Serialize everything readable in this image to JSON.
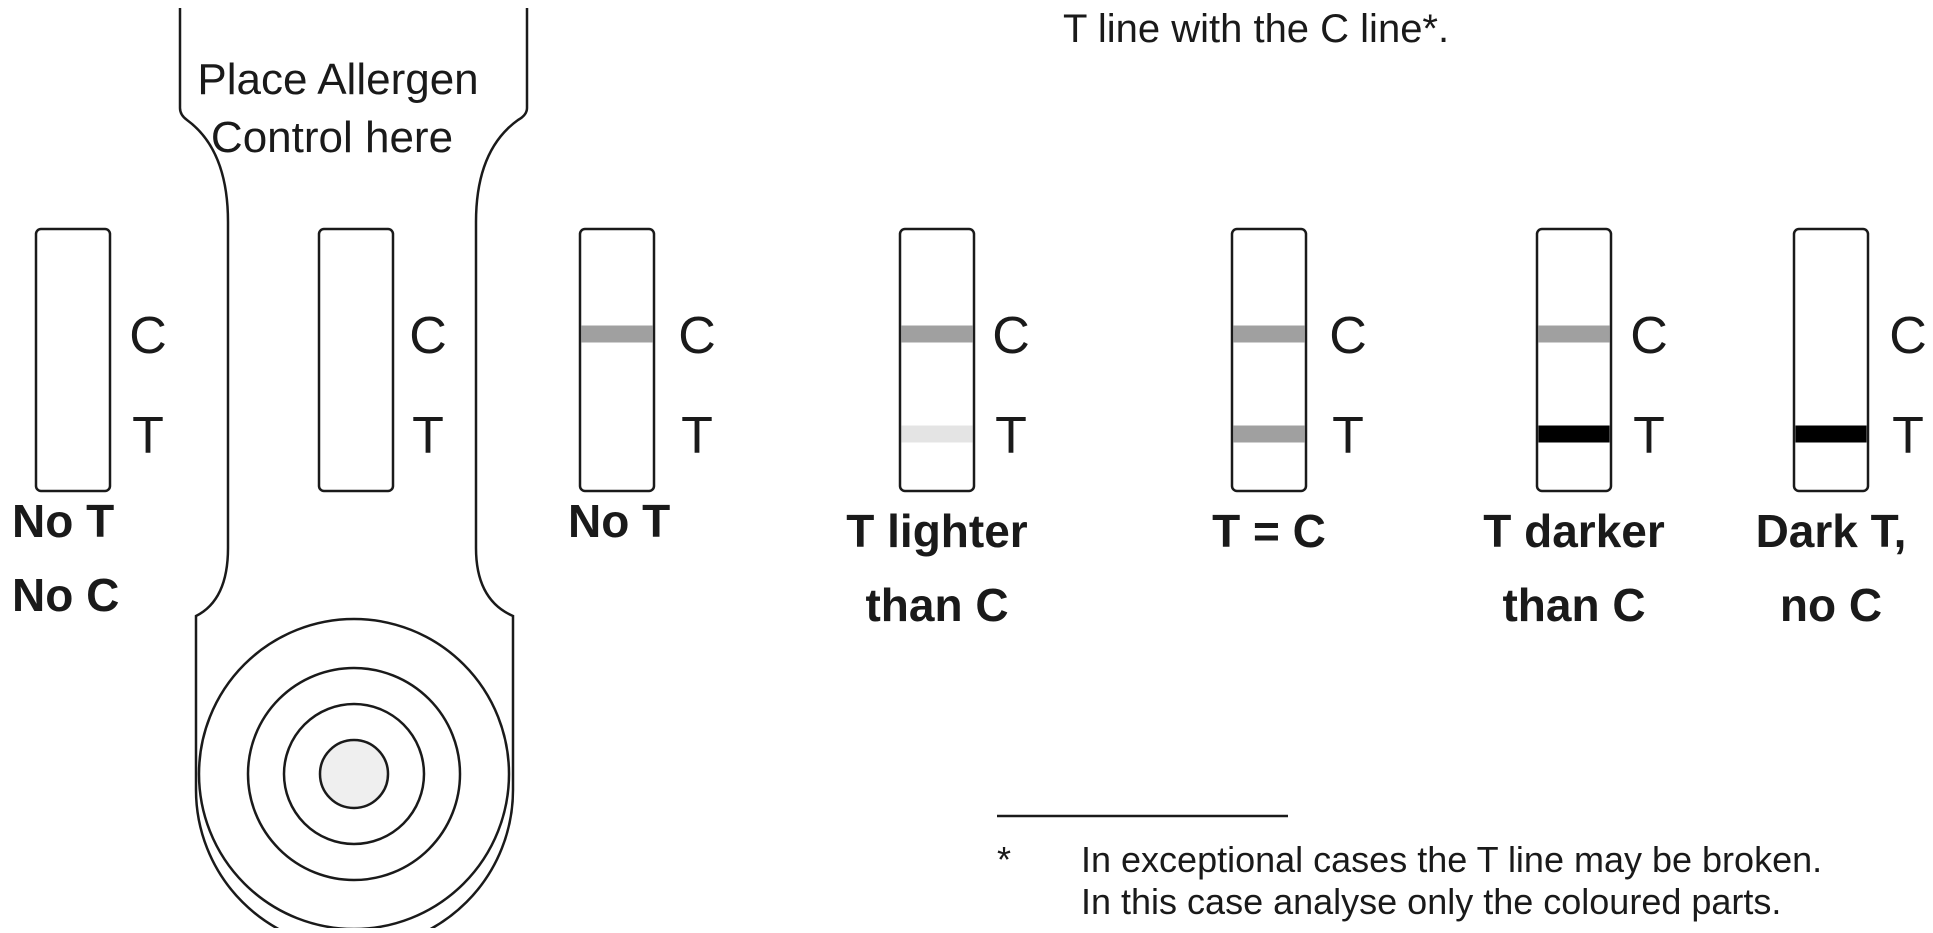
{
  "header_text": "T line with the C line*.",
  "holder": {
    "line1": "Place Allergen",
    "line2": "Control here"
  },
  "strip_labels": {
    "c": "C",
    "t": "T"
  },
  "strips": [
    {
      "result_lines": [
        "No T",
        "No C"
      ],
      "c_line": "none",
      "t_line": "none"
    },
    {
      "result_lines": [],
      "c_line": "none",
      "t_line": "none"
    },
    {
      "result_lines": [
        "No T"
      ],
      "c_line": "#a0a0a0",
      "t_line": "none"
    },
    {
      "result_lines": [
        "T lighter",
        "than C"
      ],
      "c_line": "#a0a0a0",
      "t_line": "#e4e4e4"
    },
    {
      "result_lines": [
        "T = C"
      ],
      "c_line": "#a0a0a0",
      "t_line": "#a0a0a0"
    },
    {
      "result_lines": [
        "T darker",
        "than C"
      ],
      "c_line": "#a0a0a0",
      "t_line": "#000000"
    },
    {
      "result_lines": [
        "Dark T,",
        "no C"
      ],
      "c_line": "none",
      "t_line": "#000000"
    }
  ],
  "footnote": {
    "marker": "*",
    "line1": "In exceptional cases the T line may be broken.",
    "line2": "In this case analyse only the coloured parts."
  }
}
